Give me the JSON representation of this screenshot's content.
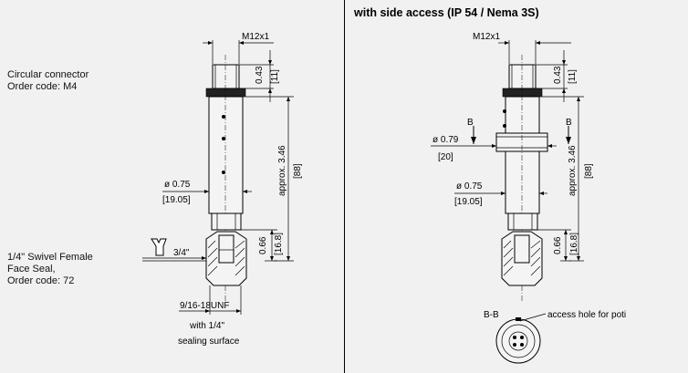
{
  "right_title": "with side access   (IP 54 / Nema 3S)",
  "left_labels": {
    "connector_line1": "Circular connector",
    "connector_line2": "Order code: M4",
    "swivel_line1": "1/4\" Swivel Female",
    "swivel_line2": "Face Seal,",
    "swivel_line3": "Order code: 72"
  },
  "dimensions": {
    "thread_top": "M12x1",
    "top_inch": "0.43",
    "top_mm": "[11]",
    "length_inch": "approx. 3.46",
    "length_mm": "[88]",
    "dia_inch": "ø 0.75",
    "dia_mm": "[19.05]",
    "fitting_inch": "0.66",
    "fitting_mm": "[16.8]",
    "hex_size": "3/4\"",
    "bottom_thread": "9/16-18UNF",
    "bottom_note1": "with 1/4\"",
    "bottom_note2": "sealing surface",
    "side_dia_inch": "ø 0.79",
    "side_dia_mm": "[20]",
    "section_b": "B",
    "section_bb": "B-B",
    "access_hole": "access hole for poti"
  }
}
